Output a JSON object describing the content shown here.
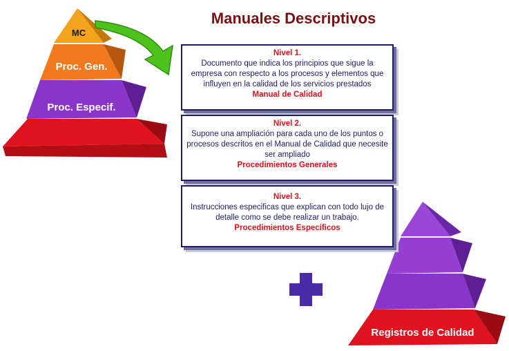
{
  "title": "Manuales Descriptivos",
  "pyramid_left": {
    "level_1": "MC",
    "level_2": "Proc. Gen.",
    "level_3": "Proc. Especif."
  },
  "levels": [
    {
      "heading": "Nivel 1.",
      "text": "Documento que indica los principios que sigue la empresa con respecto a los procesos y elementos que influyen en la calidad de los servicios prestados",
      "name": "Manual de Calidad"
    },
    {
      "heading": "Nivel 2.",
      "text": "Supone una ampliación para cada uno de los puntos o procesos descritos en el Manual de Calidad que necesite ser ampliado",
      "name": "Procedimientos Generales"
    },
    {
      "heading": "Nivel 3.",
      "text": "Instrucciones especificas que explican con todo lujo de detalle como se debe realizar un trabajo.",
      "name": "Procedimientos Especificos"
    }
  ],
  "pyramid_right": {
    "base_label": "Registros de Calidad"
  },
  "plus_symbol": "+",
  "colors": {
    "title": "#7a0f14",
    "mc": "#f4a31e",
    "proc_gen": "#f07a1d",
    "proc_especif": "#8a35c9",
    "base": "#e0121e",
    "arrow": "#4ec21c",
    "plus": "#4b2aa8",
    "box_border": "#1c1c6a",
    "highlight": "#e0101a"
  }
}
